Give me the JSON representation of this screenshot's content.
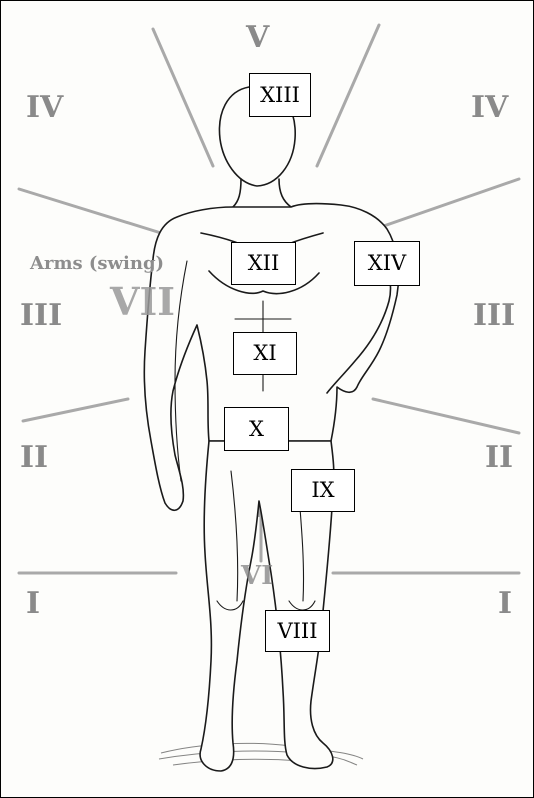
{
  "scale_numerals": {
    "top": "V",
    "upper_left": "IV",
    "upper_right": "IV",
    "mid_left": "III",
    "mid_right": "III",
    "lower_left": "II",
    "lower_right": "II",
    "bottom_left": "I",
    "bottom_right": "I"
  },
  "body_points": {
    "head": "XIII",
    "chest": "XII",
    "shoulder": "XIV",
    "abdomen": "XI",
    "pelvis": "X",
    "thigh": "IX",
    "shin": "VIII"
  },
  "arms_label": "Arms (swing)",
  "arms_numeral": "VII",
  "legs_numeral": "VI",
  "colors": {
    "ray": "#a9a9a9",
    "numeral": "#8a8a8a",
    "figure_line": "#1a1a1a",
    "box_border": "#000000"
  }
}
